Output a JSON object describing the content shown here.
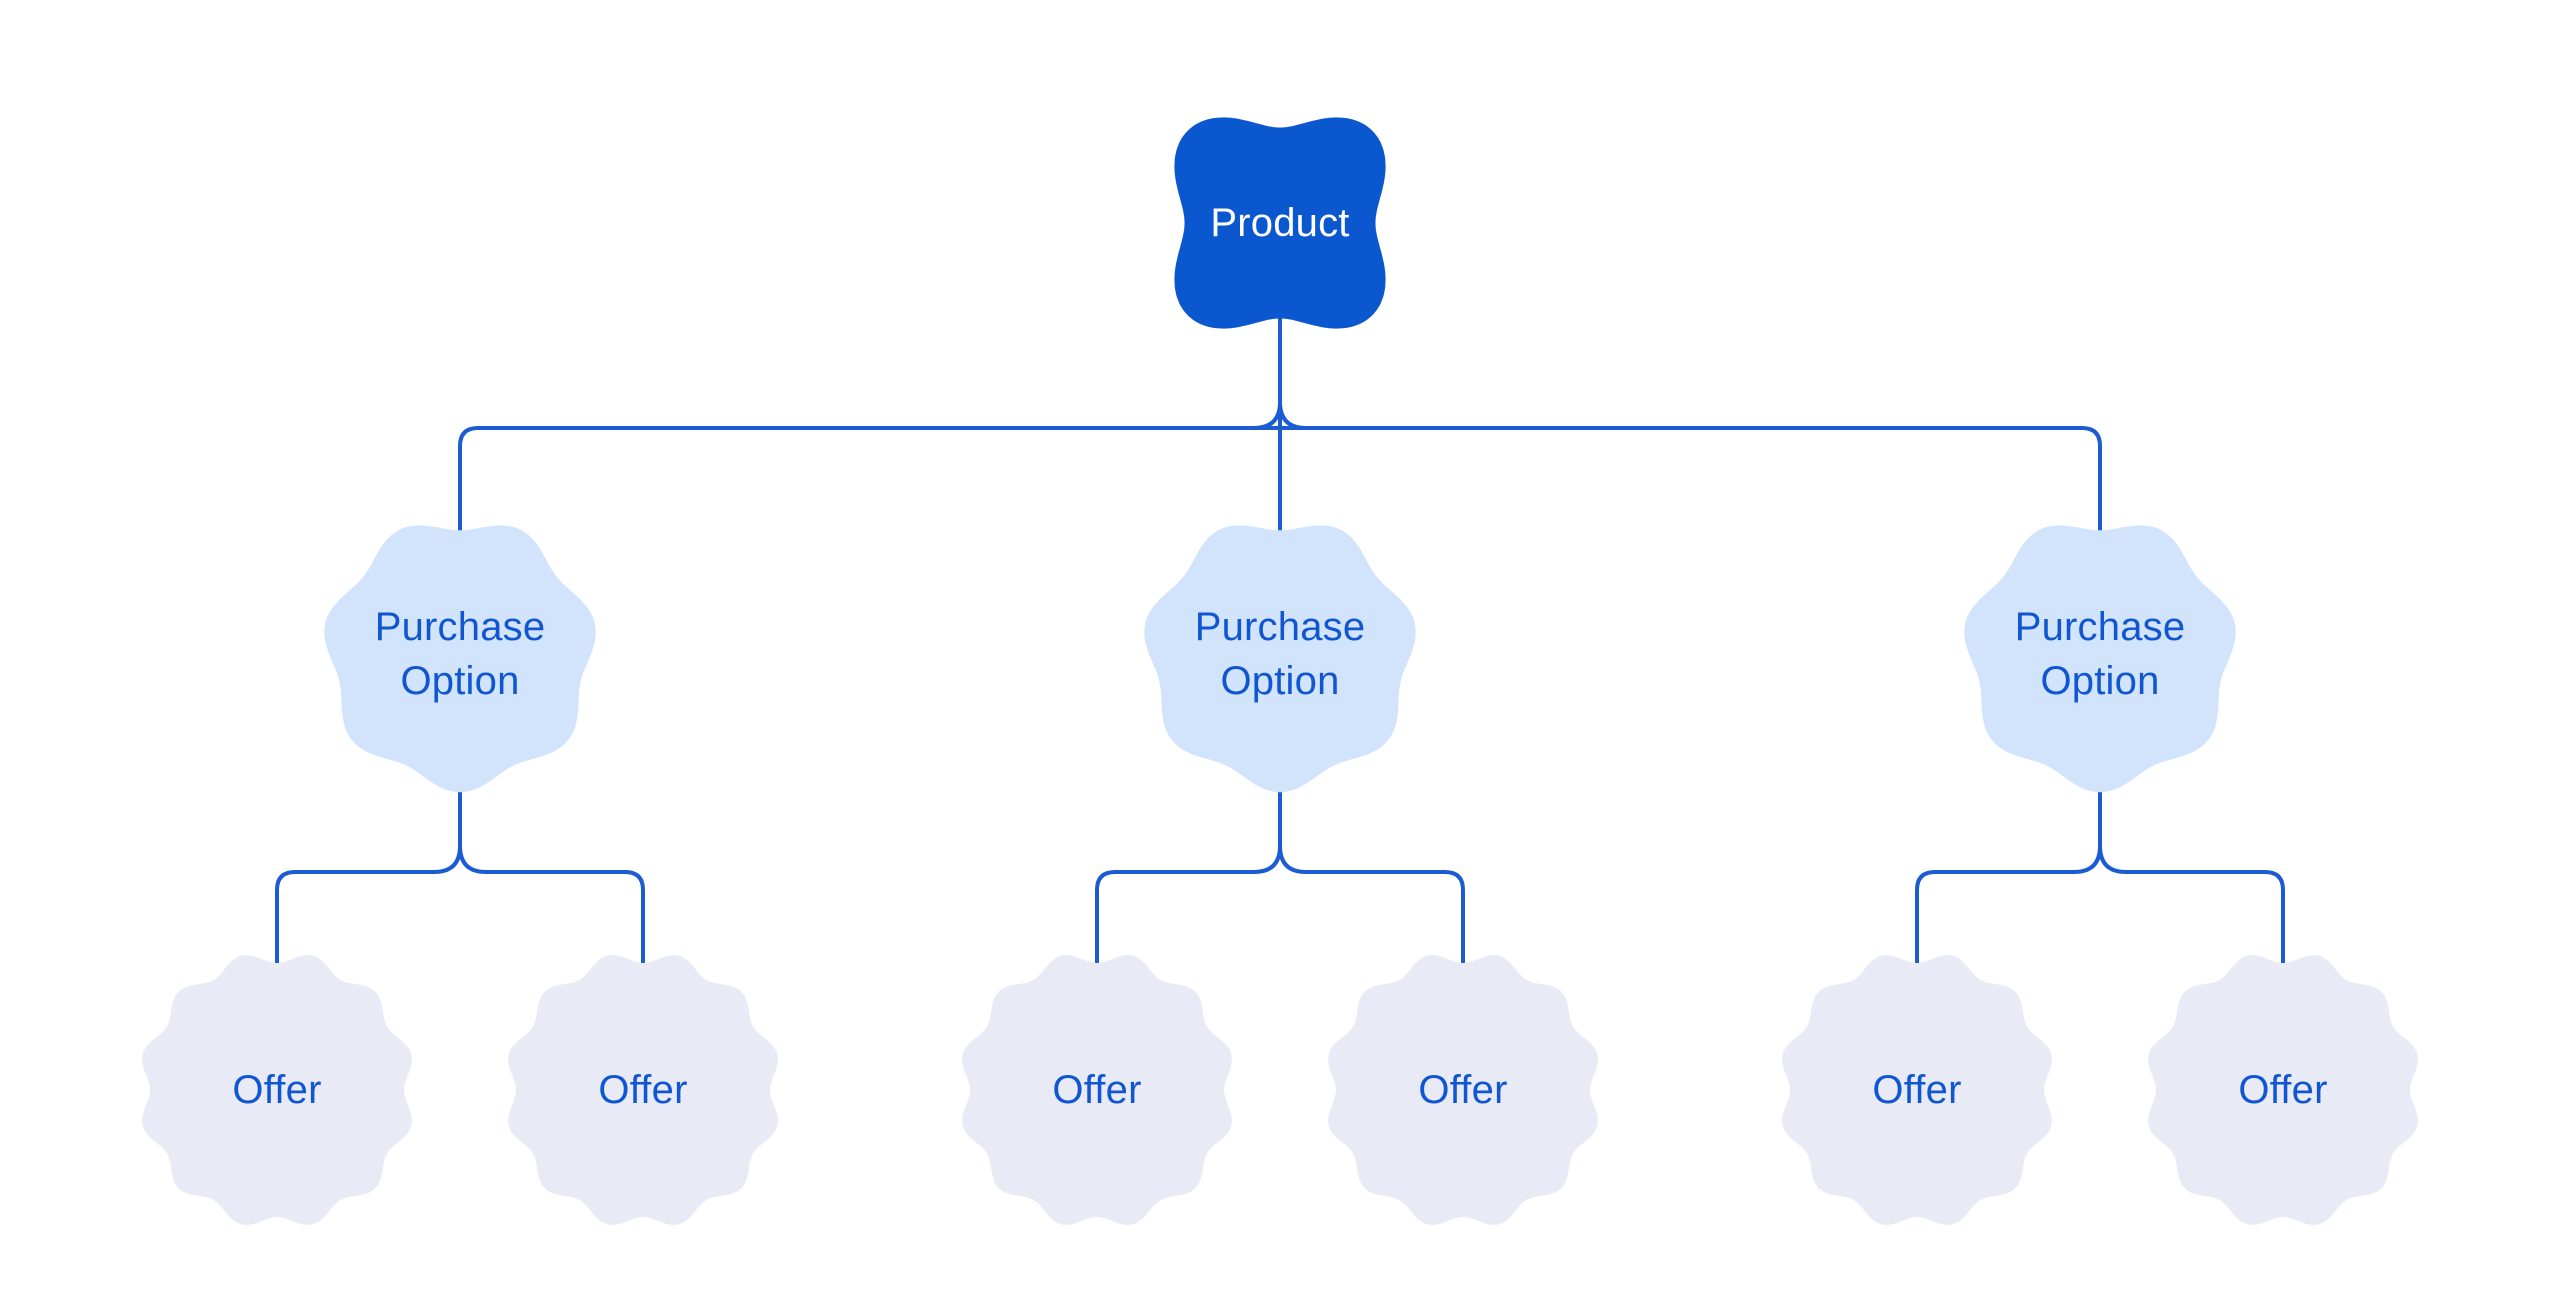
{
  "diagram": {
    "colors": {
      "background": "#ffffff",
      "product_fill": "#0b57d0",
      "product_text": "#ffffff",
      "purchase_option_fill": "#d2e3fc",
      "offer_fill": "#e8ebf5",
      "label_text": "#1056d2",
      "connector": "#1c5cd2"
    },
    "root": {
      "label": "Product"
    },
    "branches": [
      {
        "label": "Purchase Option",
        "offers": [
          {
            "label": "Offer"
          },
          {
            "label": "Offer"
          }
        ]
      },
      {
        "label": "Purchase Option",
        "offers": [
          {
            "label": "Offer"
          },
          {
            "label": "Offer"
          }
        ]
      },
      {
        "label": "Purchase Option",
        "offers": [
          {
            "label": "Offer"
          },
          {
            "label": "Offer"
          }
        ]
      }
    ]
  }
}
